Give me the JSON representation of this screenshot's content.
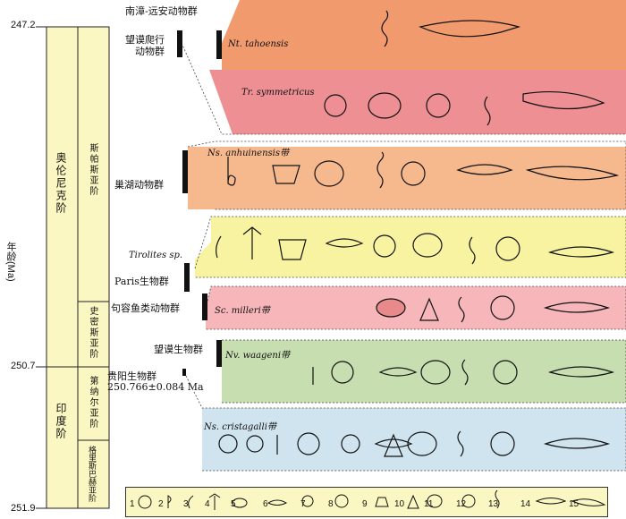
{
  "y_axis_label": "年龄(Ma)",
  "ages": {
    "top": "247.2",
    "mid": "250.7",
    "bottom": "251.9"
  },
  "stages": {
    "upper": "奥伦尼克阶",
    "lower": "印度阶"
  },
  "substages": {
    "spathian": "斯帕斯亚阶",
    "smithian": "史密斯亚阶",
    "dienerian": "第纳尔亚阶",
    "griesbachian": "格里斯巴赫亚阶"
  },
  "faunas": [
    {
      "name": "南漳-远安动物群",
      "zone": "Nt. tahoensis"
    },
    {
      "name": "望谟爬行\n动物群",
      "zone": "Tr. symmetricus"
    },
    {
      "name": "巢湖动物群",
      "zone": "Ns. anhuinensis带"
    },
    {
      "name": "Paris生物群",
      "zone": "Tirolites sp."
    },
    {
      "name": "句容鱼类动物群",
      "zone": "Sc. milleri带"
    },
    {
      "name": "望谟生物群",
      "zone": "Nv. waageni带"
    },
    {
      "name": "贵阳生物群",
      "zone": "Ns. cristagalli带"
    }
  ],
  "guiyang_age": "250.766±0.084 Ma",
  "legend": [
    "1",
    "2",
    "3",
    "4",
    "5",
    "6",
    "7",
    "8",
    "9",
    "10",
    "11",
    "12",
    "13",
    "14",
    "15"
  ],
  "colors": {
    "stage_fill": "#fbf7c2",
    "nanzhang": "#f19a6e",
    "wangmo_reptile": "#ee8f93",
    "chaohu": "#f6b98e",
    "paris": "#f7f3a0",
    "jurong": "#f7b6b9",
    "wangmo_biota": "#c6deb0",
    "guiyang": "#cfe4ef"
  }
}
